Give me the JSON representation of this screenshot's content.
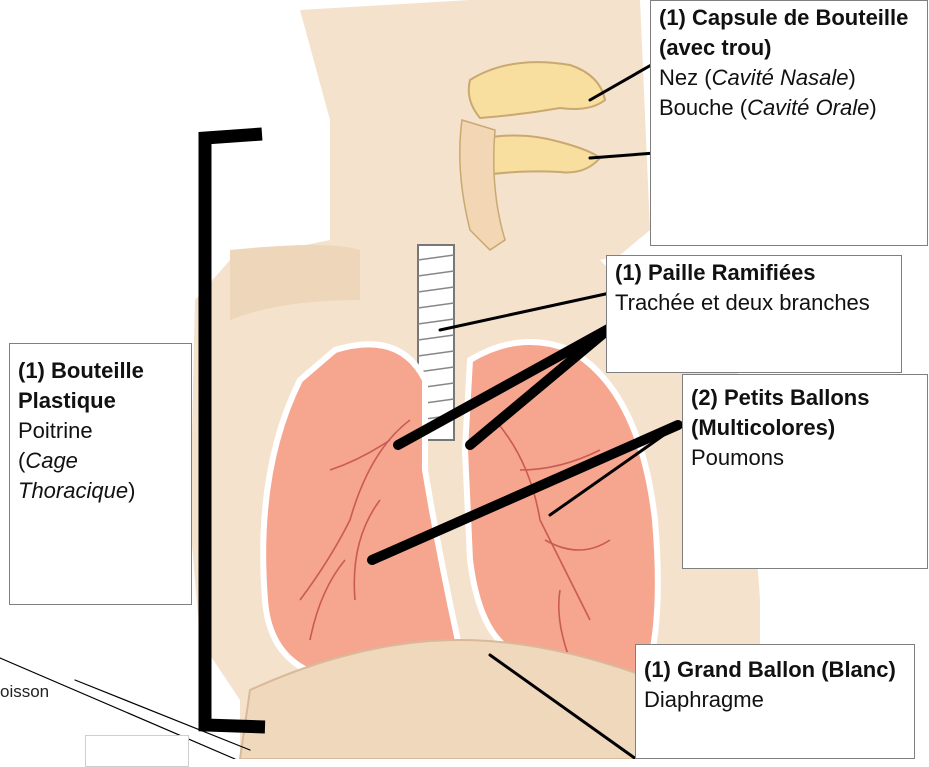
{
  "colors": {
    "skin": "#f4e2cd",
    "skin_dark": "#e6ccae",
    "lung": "#f6a58f",
    "lung_dark": "#e8746a",
    "nasal": "#f8dfa0",
    "line": "#000000",
    "box_border": "#7f7f7f"
  },
  "labels": {
    "capsule": {
      "title": "(1) Capsule de Bouteille (avec trou)",
      "l1a": "Nez (",
      "l1b": "Cavité Nasale",
      "l1c": ")",
      "l2a": "Bouche (",
      "l2b": "Cavité Orale",
      "l2c": ")"
    },
    "paille": {
      "title": "(1) Paille Ramifiées",
      "text": "Trachée et deux branches"
    },
    "bouteille": {
      "title": "(1) Bouteille Plastique",
      "l1": "Poitrine",
      "l2a": "(",
      "l2b": "Cage Thoracique",
      "l2c": ")"
    },
    "ballons": {
      "title": "(2) Petits Ballons (Multicolores)",
      "text": "Poumons"
    },
    "grand": {
      "title": "(1) Grand Ballon (Blanc)",
      "text": "Diaphragme"
    },
    "cut": {
      "text": "oisson"
    }
  }
}
